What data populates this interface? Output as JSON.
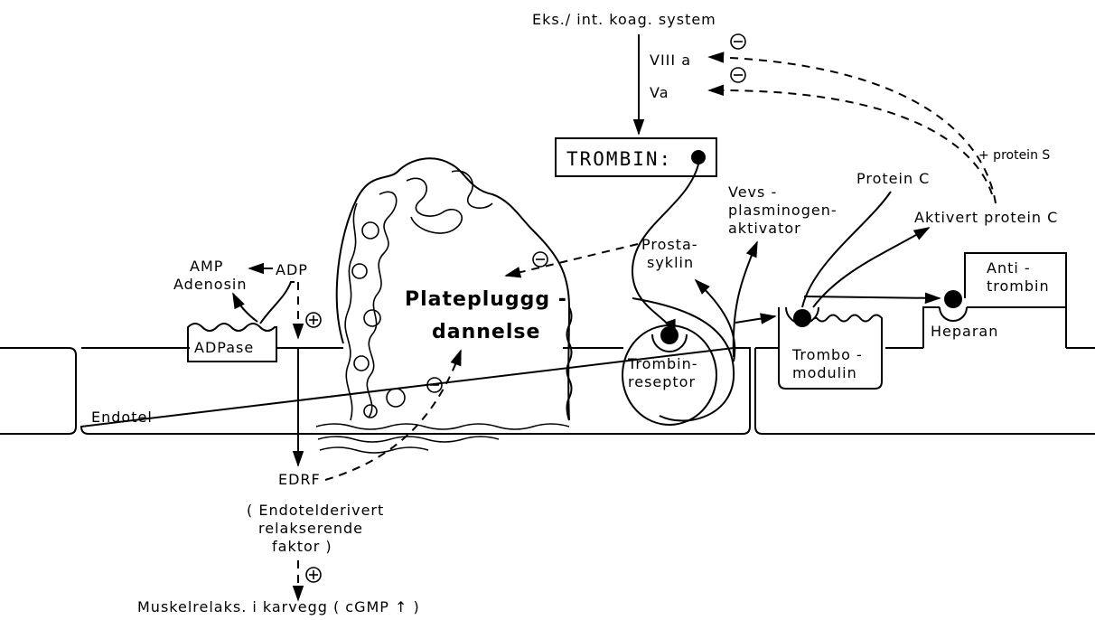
{
  "top_system": "Eks./ int. koag. system",
  "factors": {
    "f8": "VIII a",
    "f5": "Va"
  },
  "signs": {
    "minus": "⊖",
    "plus": "⊕"
  },
  "protein_s": "+ protein S",
  "trombin_box": "TROMBIN:",
  "protein_c": "Protein C",
  "aktivert_protein_c": "Aktivert protein C",
  "vevs_plasminogen": [
    "Vevs -",
    "plasminogen-",
    "aktivator"
  ],
  "prostasyklin": [
    "Prosta-",
    "syklin"
  ],
  "amp_adenosin": [
    "AMP",
    "Adenosin"
  ],
  "adp": "ADP",
  "adpase": "ADPase",
  "platepluggdannelse": [
    "Platepluggg -",
    "dannelse"
  ],
  "antitrombin": [
    "Anti -",
    "trombin"
  ],
  "heparan": "Heparan",
  "trombinreseptor": [
    "Trombin-",
    "reseptor"
  ],
  "trombomodulin": [
    "Trombo -",
    "modulin"
  ],
  "endotel": "Endotel",
  "edrf": "EDRF",
  "edrf_desc": [
    "( Endotelderivert",
    "relakserende",
    "faktor )"
  ],
  "muskel": "Muskelrelaks. i karvegg ( cGMP ↑ )"
}
